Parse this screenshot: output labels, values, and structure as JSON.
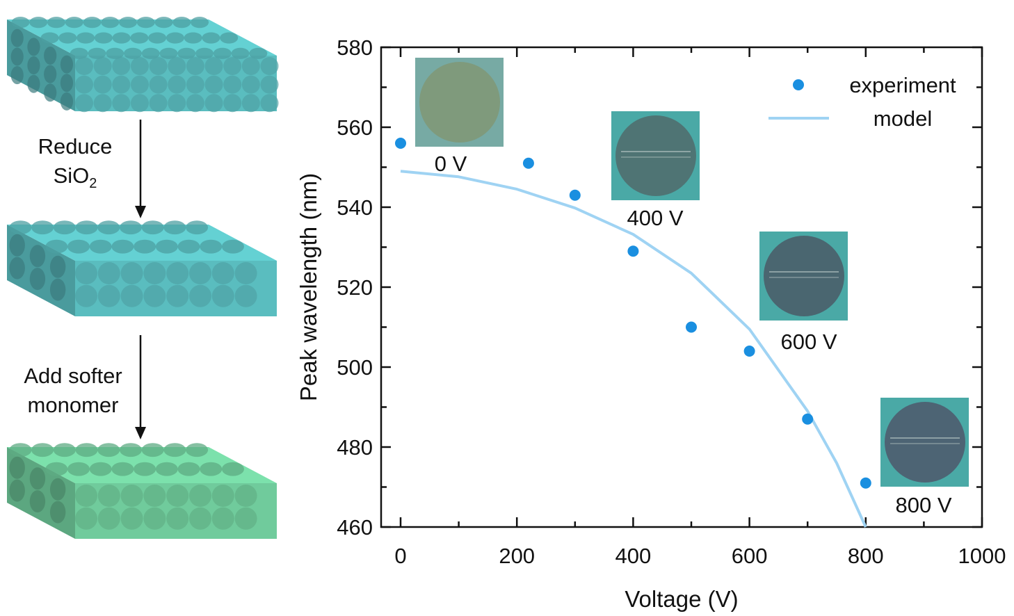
{
  "schematic": {
    "step1_line1": "Reduce",
    "step1_line2": "SiO",
    "step1_sub": "2",
    "step2_line1": "Add softer",
    "step2_line2": "monomer",
    "slab_colors": [
      "#5fc7c9",
      "#5fc7c9",
      "#76d6a4"
    ]
  },
  "chart_data": {
    "type": "scatter",
    "xlabel": "Voltage (V)",
    "ylabel": "Peak wavelength (nm)",
    "xlim": [
      0,
      1000
    ],
    "ylim": [
      460,
      580
    ],
    "x_ticks": [
      "0",
      "200",
      "400",
      "600",
      "800",
      "1000"
    ],
    "y_ticks": [
      "460",
      "480",
      "500",
      "520",
      "540",
      "560",
      "580"
    ],
    "grid": false,
    "legend_position": "top-right",
    "series": [
      {
        "name": "experiment",
        "kind": "scatter",
        "color": "#1a8fe0",
        "x": [
          0,
          220,
          300,
          400,
          500,
          600,
          700,
          800
        ],
        "y": [
          556,
          551,
          543,
          529,
          510,
          504,
          487,
          471
        ]
      },
      {
        "name": "model",
        "kind": "line",
        "color": "#9fd3f3",
        "x": [
          0,
          100,
          200,
          300,
          400,
          500,
          600,
          700,
          750,
          800
        ],
        "y": [
          549,
          547.6,
          544.5,
          539.8,
          533.2,
          523.5,
          509.5,
          489,
          476,
          460
        ]
      }
    ],
    "insets": [
      {
        "label": "0 V",
        "tone": "#7f9a7c"
      },
      {
        "label": "400 V",
        "tone": "#4f7474"
      },
      {
        "label": "600 V",
        "tone": "#4a6670"
      },
      {
        "label": "800 V",
        "tone": "#4d6474"
      }
    ]
  }
}
